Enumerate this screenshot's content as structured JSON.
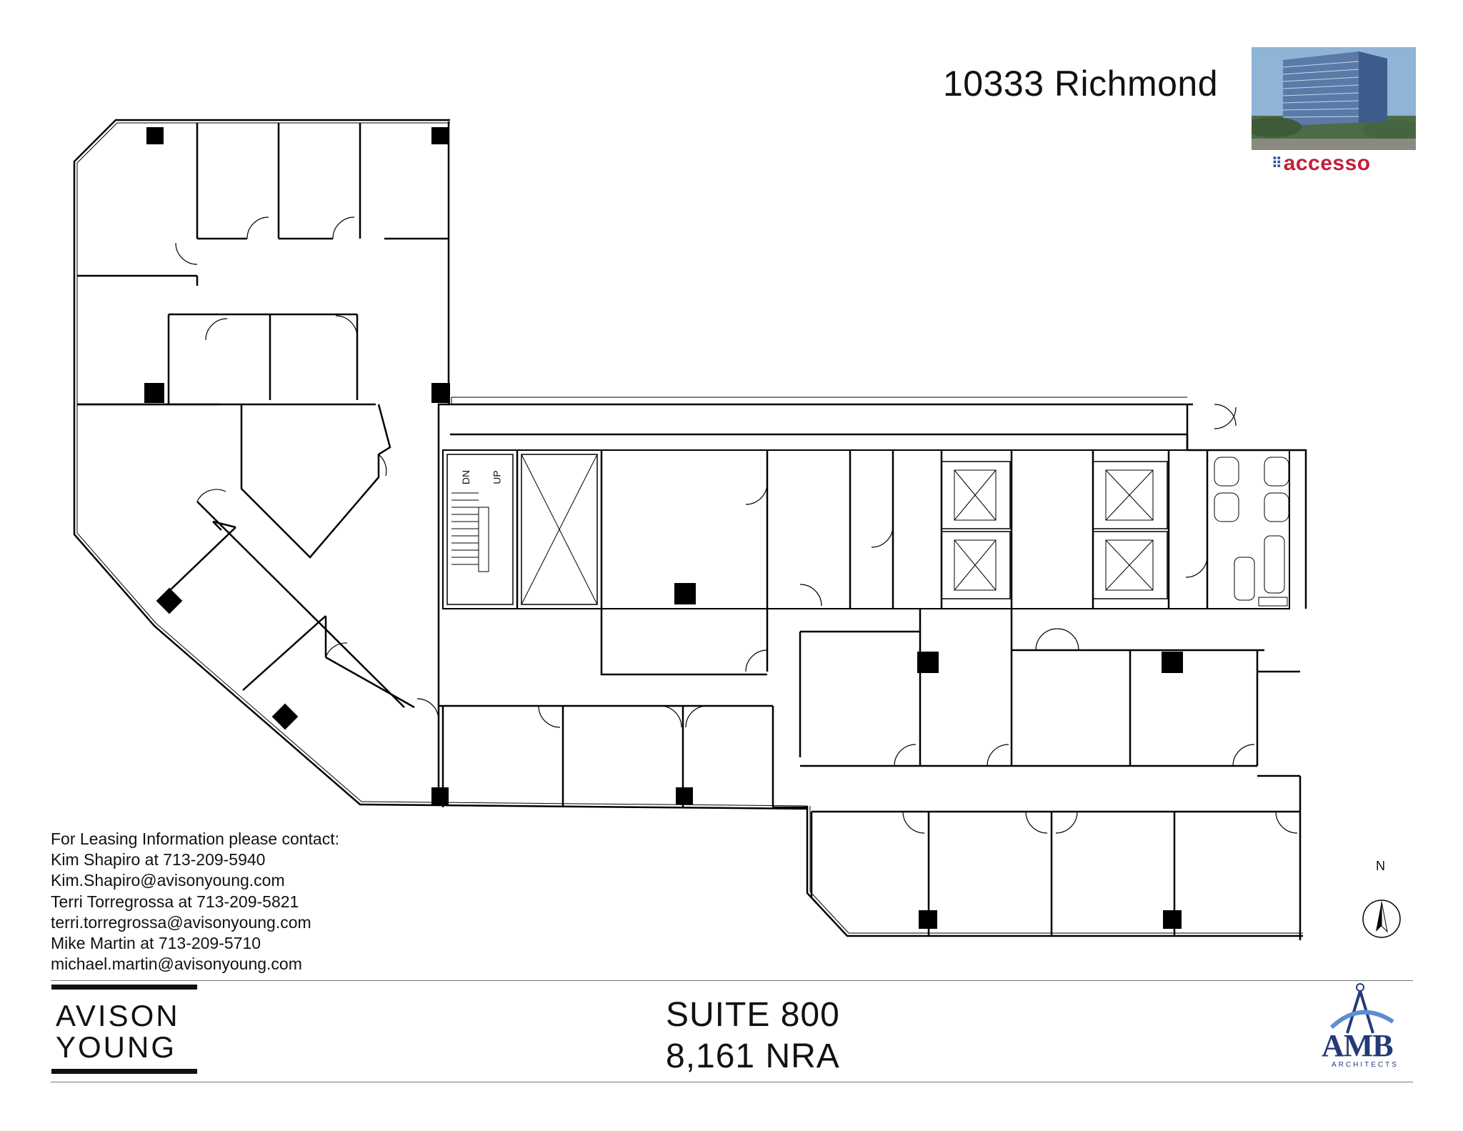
{
  "header": {
    "building_name": "10333 Richmond",
    "tenant_logo": "accesso",
    "tenant_logo_icon": "dot-grid-icon",
    "building_photo": "building-photo"
  },
  "contact": {
    "heading": "For Leasing Information please contact:",
    "lines": [
      "Kim Shapiro at 713-209-5940",
      "Kim.Shapiro@avisonyoung.com",
      "Terri Torregrossa at 713-209-5821",
      "terri.torregrossa@avisonyoung.com",
      "Mike Martin at 713-209-5710",
      "michael.martin@avisonyoung.com"
    ]
  },
  "footer": {
    "broker_logo_line1": "AVISON",
    "broker_logo_line2": "YOUNG",
    "suite": "SUITE 800",
    "area": "8,161 NRA",
    "architect_logo": "AMB",
    "architect_sub": "ARCHITECTS"
  },
  "plan": {
    "north_label": "N",
    "stair_down": "DN",
    "stair_up": "UP",
    "wall_color": "#000000",
    "column_color": "#000000"
  }
}
